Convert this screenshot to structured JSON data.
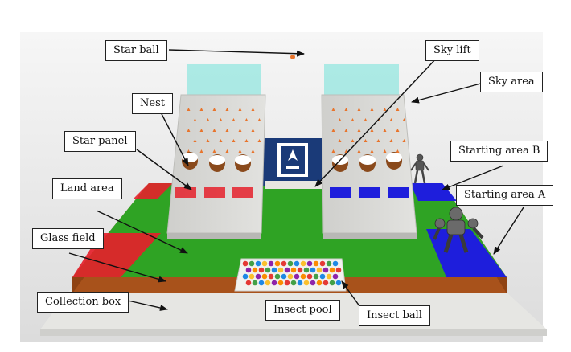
{
  "labels": {
    "star_ball": "Star ball",
    "sky_lift": "Sky lift",
    "sky_area": "Sky area",
    "nest": "Nest",
    "star_panel": "Star panel",
    "starting_area_b": "Starting  area  B",
    "land_area": "Land area",
    "starting_area_a": "Starting  area  A",
    "glass_field": "Glass field",
    "collection_box": "Collection box",
    "insect_pool": "Insect pool",
    "insect_ball": "Insect ball"
  },
  "colors": {
    "land_green": "#2fa324",
    "red_zone": "#e5212b",
    "blue_zone": "#1e1edc",
    "wood_rim": "#a8521b",
    "tower": "#d3d3d0",
    "glass_top": "#9fe7e2",
    "logo_bg": "#1a3a78",
    "star_ball": "#e8742c"
  },
  "icons": {
    "logo": "university-emblem-icon",
    "robot": "robot-icon"
  }
}
